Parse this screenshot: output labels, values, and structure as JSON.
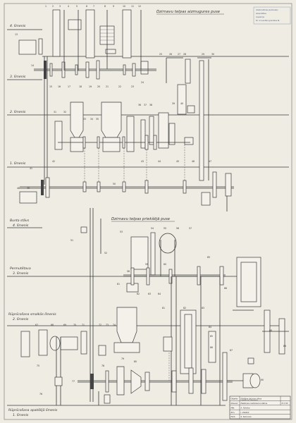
{
  "sheet": {
    "title_top": "Dzirnavu telpas aizmugures puse",
    "title_mid": "Dzirnavu telpas priekšējā puse",
    "stamp": [
      "Valsts kultūras pieminekļu",
      "aizsardzības",
      "inspekcija",
      "Nr. 4 inventāra gramatas Nr."
    ]
  },
  "floor_labels": {
    "top_4": "4. līmenis",
    "top_3": "3. līmenis",
    "top_2": "2. līmenis",
    "top_1": "1. līmenis",
    "left_bunts": "Bunta stāvs",
    "left_4": "4. līmenis",
    "left_permute": "Permutētava",
    "left_3": "3. līmenis",
    "left_2a": "Rūpnīcošana smalkās līmenis",
    "left_2b": "2. līmenis",
    "left_1a": "Rūpnīcošana apakšējā līmenis",
    "left_1b": "1. līmenis"
  },
  "title_block": {
    "rows": [
      [
        "Objekts",
        "Kārtības dzirnavu ēkas",
        "Limbažu raj. Lādezerpils"
      ],
      [
        "Nosauk.",
        "Piedziņas mehānisma shēma",
        "M 1:50"
      ],
      [
        "Mēr.",
        "A. Kalnīņa",
        ""
      ],
      [
        "Zīm.",
        "I. Ziedīņš",
        ""
      ],
      [
        "Pārb.",
        "S. Seimanis",
        ""
      ]
    ]
  },
  "part_numbers": [
    "1",
    "2",
    "3",
    "4",
    "5",
    "6",
    "7",
    "8",
    "9",
    "10",
    "11",
    "12",
    "13",
    "14",
    "15",
    "16",
    "17",
    "18",
    "19",
    "20",
    "21",
    "22",
    "23",
    "24",
    "25",
    "26",
    "27",
    "28",
    "29",
    "30",
    "31",
    "32",
    "33",
    "34",
    "35",
    "36",
    "37",
    "38",
    "39",
    "40",
    "41",
    "42",
    "43",
    "44",
    "45",
    "46",
    "47",
    "48",
    "49",
    "50",
    "51",
    "52",
    "53",
    "54",
    "55",
    "56",
    "57",
    "58",
    "59",
    "60",
    "61",
    "62",
    "63",
    "64",
    "65",
    "66",
    "67",
    "68",
    "69",
    "70",
    "71",
    "72",
    "73",
    "74",
    "75",
    "76",
    "77",
    "78",
    "79",
    "80",
    "81",
    "82",
    "83",
    "84",
    "85",
    "86",
    "87",
    "88",
    "89",
    "90"
  ]
}
